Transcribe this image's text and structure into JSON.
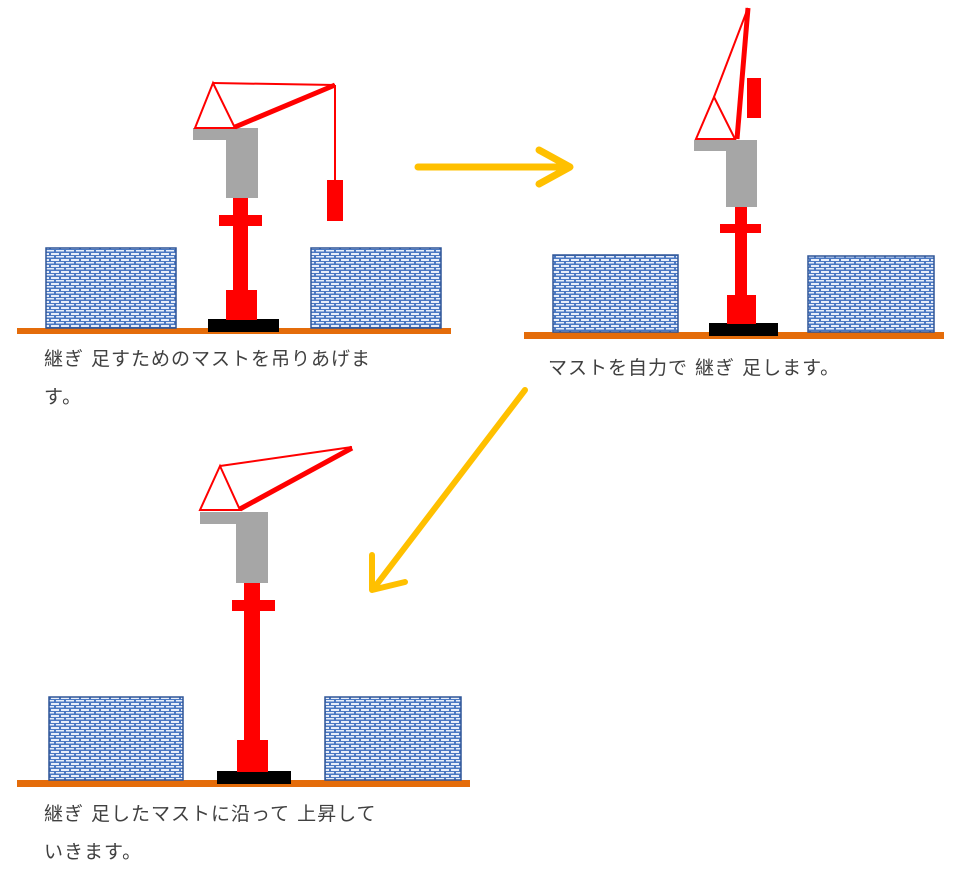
{
  "steps": [
    {
      "caption_line1": "継ぎ 足すためのマストを吊りあげま",
      "caption_line2": "す。"
    },
    {
      "caption_line1": "マストを自力で 継ぎ 足します。"
    },
    {
      "caption_line1": "継ぎ 足したマストに沿って 上昇して",
      "caption_line2": "いきます。"
    }
  ],
  "colors": {
    "crane": "#ff0000",
    "cab": "#a6a6a6",
    "ground": "#e46c0a",
    "base": "#000000",
    "arrow": "#ffc000",
    "building_border": "#2f5597",
    "building_fill": "#dae3f3"
  }
}
